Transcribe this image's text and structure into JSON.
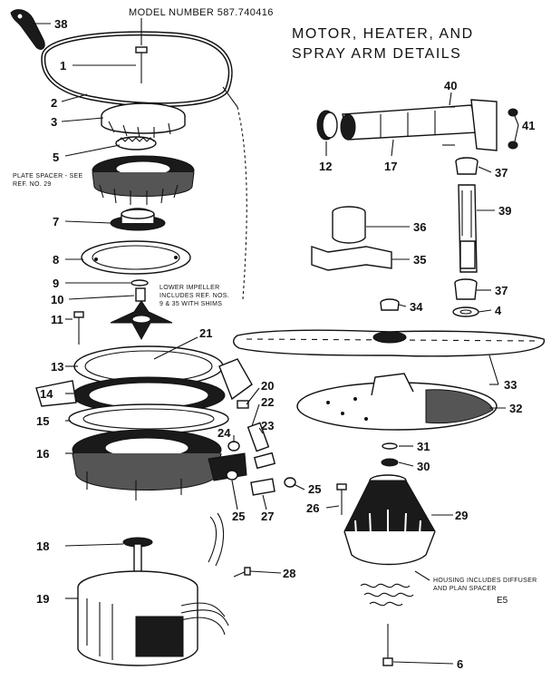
{
  "model_number": "MODEL NUMBER 587.740416",
  "title_line1": "MOTOR, HEATER, AND",
  "title_line2": "SPRAY ARM DETAILS",
  "page_code": "E5",
  "notes": {
    "plate_spacer_1": "PLATE SPACER - SEE",
    "plate_spacer_2": "REF. NO. 29",
    "lower_impeller_1": "LOWER IMPELLER",
    "lower_impeller_2": "INCLUDES REF. NOS.",
    "lower_impeller_3": "9 & 35 WITH SHIMS",
    "housing_1": "HOUSING INCLUDES DIFFUSER",
    "housing_2": "AND PLAN SPACER"
  },
  "callouts": {
    "c38": "38",
    "c1": "1",
    "c2": "2",
    "c3": "3",
    "c5": "5",
    "c7": "7",
    "c8": "8",
    "c9": "9",
    "c10": "10",
    "c11": "11",
    "c13": "13",
    "c14": "14",
    "c15": "15",
    "c16": "16",
    "c18": "18",
    "c19": "19",
    "c21": "21",
    "c20": "20",
    "c22": "22",
    "c23": "23",
    "c24": "24",
    "c25a": "25",
    "c25b": "25",
    "c27": "27",
    "c26": "26",
    "c28": "28",
    "c29": "29",
    "c30": "30",
    "c31": "31",
    "c32": "32",
    "c33": "33",
    "c34": "34",
    "c4": "4",
    "c35": "35",
    "c36": "36",
    "c37a": "37",
    "c37b": "37",
    "c39": "39",
    "c40": "40",
    "c41": "41",
    "c12": "12",
    "c17": "17",
    "c6": "6"
  }
}
